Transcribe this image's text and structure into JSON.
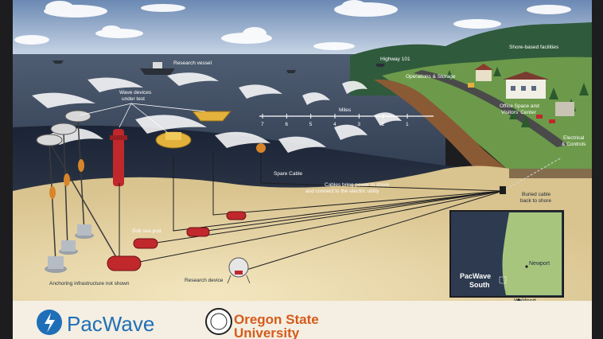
{
  "labels": {
    "shore_facilities": "Shore-based facilities",
    "research_vessel": "Research vessel",
    "highway": "Highway 101",
    "ops_storage": "Operations & Storage",
    "office_1": "Office Space and",
    "office_2": "Visitors' Center",
    "electrical_1": "Electrical",
    "electrical_2": "& Controls",
    "wave_devices_1": "Wave devices",
    "wave_devices_2": "under test",
    "miles": "Miles",
    "spare_cable": "Spare Cable",
    "cables_1": "Cables bring power to shore",
    "cables_2": "and connect to the electric utility",
    "buried_1": "Buried cable",
    "buried_2": "back to shore",
    "sub_sea_pod": "Sub sea pod",
    "anchoring": "Anchoring infrastructure not shown",
    "research_device": "Research device"
  },
  "mile_ticks": [
    "7",
    "6",
    "5",
    "4",
    "3",
    "2",
    "1"
  ],
  "inset_map": {
    "title_1": "PacWave",
    "title_2": "South",
    "city_north": "Newport",
    "city_south": "Waldport"
  },
  "logos": {
    "pacwave": "PacWave",
    "osu_1": "Oregon State",
    "osu_2": "University"
  },
  "colors": {
    "ocean": "#3d4a5e",
    "deep_water": "#1f2a3c",
    "seafloor": "#e8d6a6",
    "land": "#6c9a4a",
    "cliff": "#8a5a35",
    "accent_red": "#c0282c",
    "device_yellow": "#e3b23c",
    "osu_orange": "#d65a1a",
    "pacwave_blue": "#1f6fb8"
  }
}
